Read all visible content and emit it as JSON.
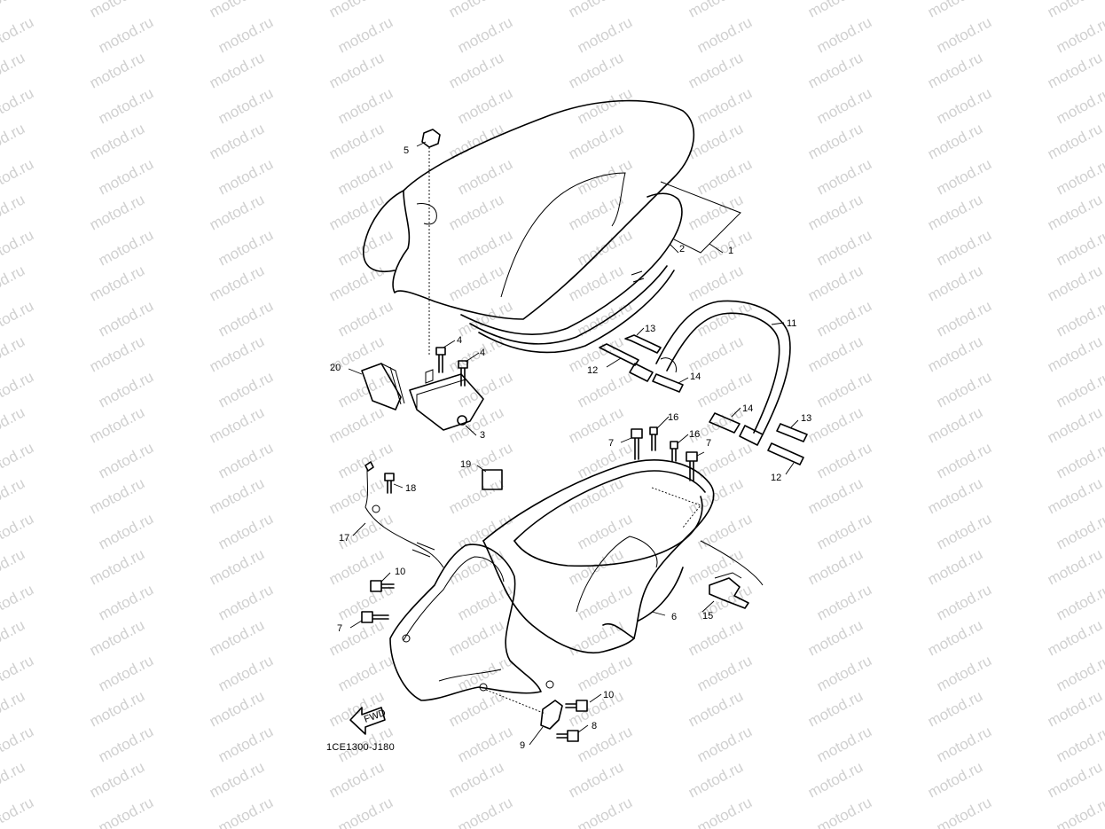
{
  "watermark": "motod.ru",
  "diagram_code": "1CE1300-J180",
  "fwd_label": "FWD",
  "callouts": {
    "c1": "1",
    "c2": "2",
    "c3": "3",
    "c4a": "4",
    "c4b": "4",
    "c5": "5",
    "c6": "6",
    "c7a": "7",
    "c7b": "7",
    "c7c": "7",
    "c8": "8",
    "c9": "9",
    "c10a": "10",
    "c10b": "10",
    "c11": "11",
    "c12a": "12",
    "c12b": "12",
    "c13a": "13",
    "c13b": "13",
    "c14a": "14",
    "c14b": "14",
    "c15": "15",
    "c16a": "16",
    "c16b": "16",
    "c17": "17",
    "c18": "18",
    "c19": "19",
    "c20": "20"
  },
  "colors": {
    "line": "#000000",
    "watermark": "#d0d0d0",
    "background": "#ffffff"
  }
}
